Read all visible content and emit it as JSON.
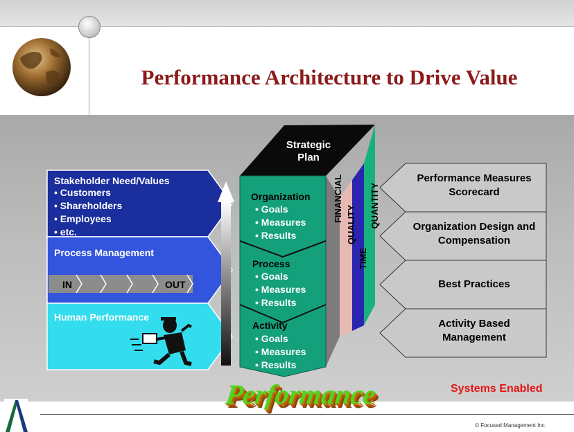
{
  "title": "Performance Architecture to Drive Value",
  "left_panel": {
    "stakeholder": {
      "heading": "Stakeholder Need/Values",
      "items": [
        "Customers",
        "Shareholders",
        "Employees",
        "etc."
      ]
    },
    "process": {
      "heading": "Process Management",
      "in_label": "IN",
      "out_label": "OUT"
    },
    "human": {
      "heading": "Human Performance"
    }
  },
  "column": {
    "top": "Strategic Plan",
    "levels": [
      {
        "name": "Organization",
        "items": [
          "Goals",
          "Measures",
          "Results"
        ]
      },
      {
        "name": "Process",
        "items": [
          "Goals",
          "Measures",
          "Results"
        ]
      },
      {
        "name": "Activity",
        "items": [
          "Goals",
          "Measures",
          "Results"
        ]
      }
    ],
    "side_labels": [
      "FINANCIAL",
      "QUALITY",
      "TIME",
      "QUANTITY"
    ]
  },
  "right_panel": [
    "Performance Measures Scorecard",
    "Organization Design and Compensation",
    "Best Practices",
    "Activity Based Management"
  ],
  "bottom": {
    "performance_word": "Performance",
    "systems_enabled": "Systems Enabled",
    "copyright": "© Focused Management Inc."
  },
  "colors": {
    "title": "#8b1a1a",
    "stakeholder_blue": "#1a2e9e",
    "process_blue": "#3355dd",
    "human_cyan": "#33ddee",
    "column_green": "#14a07a",
    "financial_gray": "#7c7c7c",
    "quality_pink": "#e7b9b4",
    "time_blue": "#2a25b0",
    "quantity_green": "#18b07e",
    "systems_red": "#e41515"
  }
}
